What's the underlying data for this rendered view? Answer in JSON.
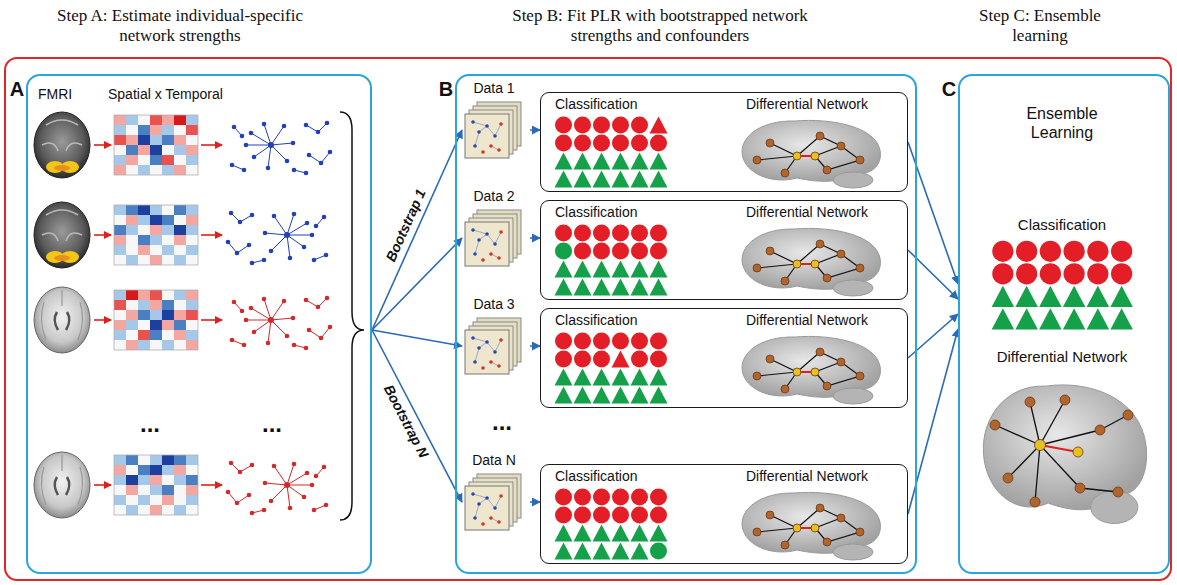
{
  "diagram": {
    "nodes": [
      {
        "text": [
          "A"
        ]
      },
      {
        "text": [
          "B"
        ]
      },
      {
        "text": [
          "Data 1"
        ],
        "in": 1
      },
      {
        "text": [
          "Classification",
          "Differential Network"
        ],
        "in": 1
      },
      {
        "text": [
          "Data 2"
        ],
        "in": 1
      },
      {
        "text": [
          "Classification",
          "Differential Network"
        ],
        "in": 1
      },
      {
        "text": [
          "Data 3"
        ],
        "in": 1
      },
      {
        "text": [
          "Classification",
          "Differential Network"
        ],
        "in": 1
      },
      {
        "text": [
          "Data N"
        ],
        "in": 1
      },
      {
        "text": [
          "Classification",
          "Differential Network"
        ],
        "in": 1
      },
      {
        "text": [
          "C",
          "Ensemble Learning",
          "Classification",
          "Differential Network"
        ]
      }
    ],
    "edges": [
      {
        "from": 0,
        "to": 2,
        "arrow": "to",
        "label": "Bootstrap 1"
      },
      {
        "from": 0,
        "to": 4,
        "arrow": "to"
      },
      {
        "from": 0,
        "to": 6,
        "arrow": "to"
      },
      {
        "from": 0,
        "to": 8,
        "arrow": "to",
        "label": "Bootstrap N"
      },
      {
        "from": 2,
        "to": 3,
        "arrow": "to"
      },
      {
        "from": 4,
        "to": 5,
        "arrow": "to"
      },
      {
        "from": 6,
        "to": 7,
        "arrow": "to"
      },
      {
        "from": 8,
        "to": 9,
        "arrow": "to"
      },
      {
        "from": 3,
        "to": 10,
        "arrow": "to"
      },
      {
        "from": 5,
        "to": 10,
        "arrow": "to"
      },
      {
        "from": 7,
        "to": 10,
        "arrow": "to"
      },
      {
        "from": 9,
        "to": 10,
        "arrow": "to"
      }
    ],
    "labels": [
      "Step A: Estimate individual-specific network strengths",
      "Step B: Fit PLR with bootstrapped network strengths and confounders",
      "Step C: Ensemble learning",
      "FMRI",
      "Spatial x Temporal",
      "...",
      "...",
      "..."
    ]
  }
}
